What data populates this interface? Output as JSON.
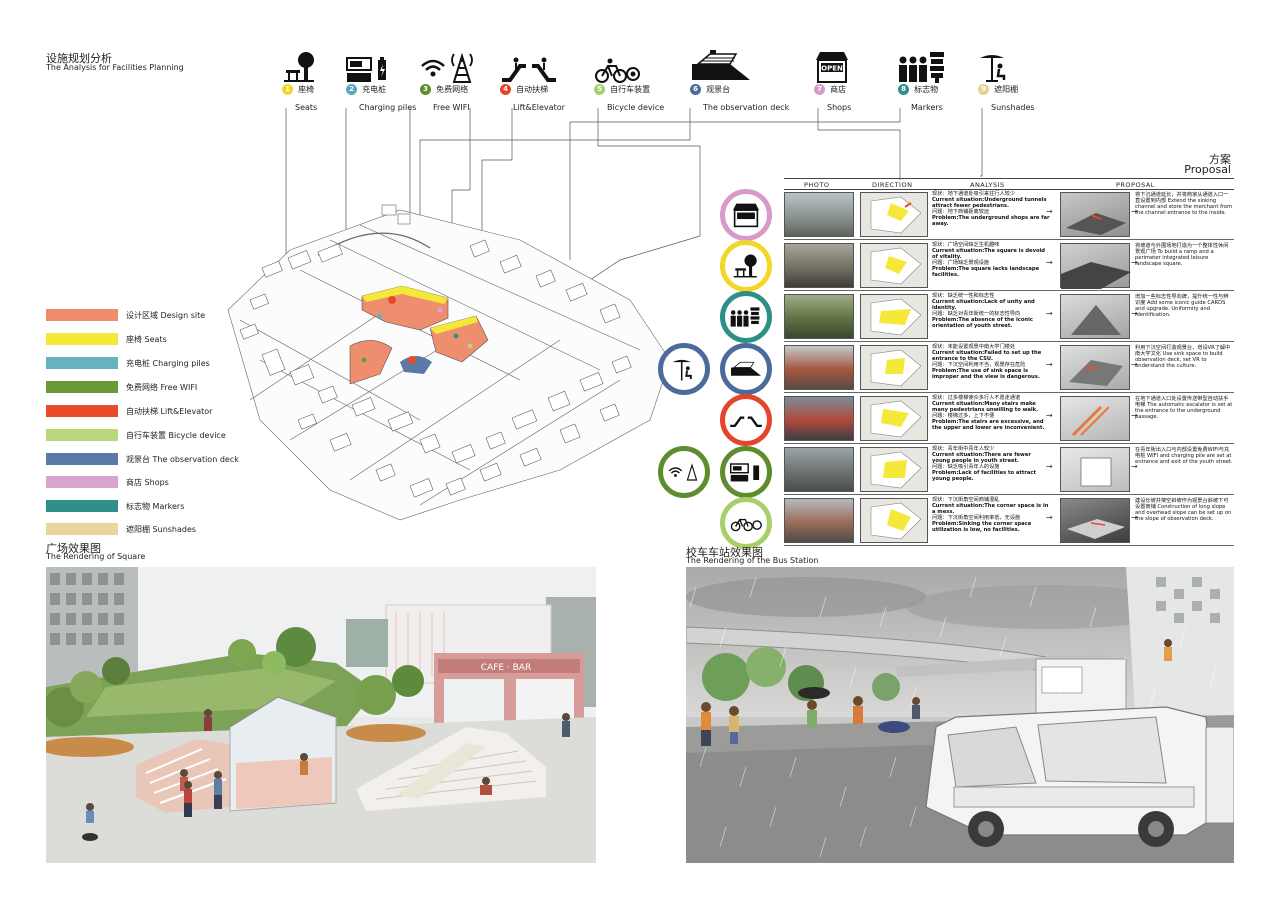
{
  "facilities_title": {
    "cn": "设施规划分析",
    "en": "The Analysis for Facilities Planning"
  },
  "facilities": [
    {
      "num": "1",
      "cn": "座椅",
      "en": "Seats",
      "color": "#f2d629",
      "icon": "bench-tree-icon"
    },
    {
      "num": "2",
      "cn": "充电桩",
      "en": "Charging piles",
      "color": "#5aaab7",
      "icon": "charging-icon"
    },
    {
      "num": "3",
      "cn": "免费网络",
      "en": "Free WIFI",
      "color": "#5e8c2f",
      "icon": "wifi-icon"
    },
    {
      "num": "4",
      "cn": "自动扶梯",
      "en": "Lift&Elevator",
      "color": "#e5452c",
      "icon": "escalator-icon"
    },
    {
      "num": "5",
      "cn": "自行车装置",
      "en": "Bicycle device",
      "color": "#a9cf6a",
      "icon": "bicycle-icon"
    },
    {
      "num": "6",
      "cn": "观景台",
      "en": "The observation deck",
      "color": "#4b6b9a",
      "icon": "observation-deck-icon"
    },
    {
      "num": "7",
      "cn": "商店",
      "en": "Shops",
      "color": "#d79acb",
      "icon": "shop-icon"
    },
    {
      "num": "8",
      "cn": "标志物",
      "en": "Markers",
      "color": "#2f8f86",
      "icon": "marker-icon"
    },
    {
      "num": "9",
      "cn": "遮阳棚",
      "en": "Sunshades",
      "color": "#e6cf95",
      "icon": "sunshade-icon"
    }
  ],
  "legend": [
    {
      "label": "设计区域 Design site",
      "color": "#ef8e6e"
    },
    {
      "label": "座椅 Seats",
      "color": "#f6e839"
    },
    {
      "label": "充电桩 Charging piles",
      "color": "#65b3c0"
    },
    {
      "label": "免费网络 Free WIFI",
      "color": "#6a9a38"
    },
    {
      "label": "自动扶梯 Lift&Elevator",
      "color": "#e84a2a"
    },
    {
      "label": "自行车装置 Bicycle device",
      "color": "#b9d77c"
    },
    {
      "label": "观景台 The observation deck",
      "color": "#5a79a6"
    },
    {
      "label": "商店 Shops",
      "color": "#d9a4cf"
    },
    {
      "label": "标志物 Markers",
      "color": "#2e9089"
    },
    {
      "label": "遮阳棚 Sunshades",
      "color": "#ead59f"
    }
  ],
  "proposal_title": {
    "cn": "方案",
    "en": "Proposal"
  },
  "table_headers": {
    "photo": "PHOTO",
    "direction": "DIRECTION",
    "analysis": "ANALYSIS",
    "proposal": "PROPOSAL"
  },
  "rows": [
    {
      "cs_cn": "现状：地下通道处吸引来往行人较少",
      "cs_en": "Current situation:Underground tunnels attract fewer pedestrians.",
      "pr_cn": "问题：地下商铺距离较远",
      "pr_en": "Problem:The underground shops are far away.",
      "proposal": "将下沉通道延长，并将商家从通道入口一直设置到内部 Extend the sinking channel and store the merchant from the channel entrance to the inside."
    },
    {
      "cs_cn": "现状：广场空间缺乏生机趣味",
      "cs_en": "Current situation:The square is devoid of vitality.",
      "pr_cn": "问题：广场缺乏景观设施",
      "pr_en": "Problem:The square lacks landscape facilities.",
      "proposal": "将坡道与外围场地打造为一个整体性休闲景观广场 To build a ramp and a perimeter integrated leisure landscape square."
    },
    {
      "cs_cn": "现状：缺乏统一性和标志性",
      "cs_en": "Current situation:Lack of unity and identity.",
      "pr_cn": "问题：缺乏对青年街统一的标志性导向",
      "pr_en": "Problem:The absence of the iconic orientation of youth street.",
      "proposal": "增加一些标志性导向牌，提升统一性与辨识度 Add some iconic guide CARDS and upgrade. Uniformity and identification."
    },
    {
      "cs_cn": "现状：未能设置观景中南大学门楼处",
      "cs_en": "Current situation:Failed to set up the entrance to the CSU.",
      "pr_cn": "问题：下沉空间利用不当，观景存在危险",
      "pr_en": "Problem:The use of sink space is improper and the view is dangerous.",
      "proposal": "利用下沉空间打造观景台，增设VR了解中南大学文化 Use sink space to build observation deck, set VR to understand the culture."
    },
    {
      "cs_cn": "现状：过多楼梯使众多行人不愿走通道",
      "cs_en": "Current situation:Many stairs make many pedestrians unwilling to walk.",
      "pr_cn": "问题：楼梯过多，上下不便",
      "pr_en": "Problem:The stairs are excessive, and the upper and lower are inconvenient.",
      "proposal": "在地下通道入口处设置传送带型自动扶手电梯 The automatic escalator is set at the entrance to the underground passage."
    },
    {
      "cs_cn": "现状：青年街中青年人较少",
      "cs_en": "Current situation:There are fewer young people in youth street.",
      "pr_cn": "问题：缺乏吸引青年人的设施",
      "pr_en": "Problem:Lack of facilities to attract young people.",
      "proposal": "在青年街出入口与内部设置免费WIFI与充电桩 WIFI and charging pile are set at entrance and exit of the youth street."
    },
    {
      "cs_cn": "现状：下沉街角空间商铺混乱",
      "cs_en": "Current situation:The corner space is in a mess.",
      "pr_cn": "问题：下沉街角空间利用率低，无设施",
      "pr_en": "Problem:Sinking the corner space utilization is low, no facilities.",
      "proposal": "建设长坡并架空斜坡作为观景台斜坡下可设置商铺 Construction of long slope and overhead slope can be set up on the slope of observation deck."
    }
  ],
  "square_title": {
    "cn": "广场效果图",
    "en": "The Rendering of Square"
  },
  "bus_title": {
    "cn": "校车车站效果图",
    "en": "The Rendering of the Bus Station"
  },
  "cafe_sign": "CAFE · BAR",
  "shop_sign": "OPEN"
}
